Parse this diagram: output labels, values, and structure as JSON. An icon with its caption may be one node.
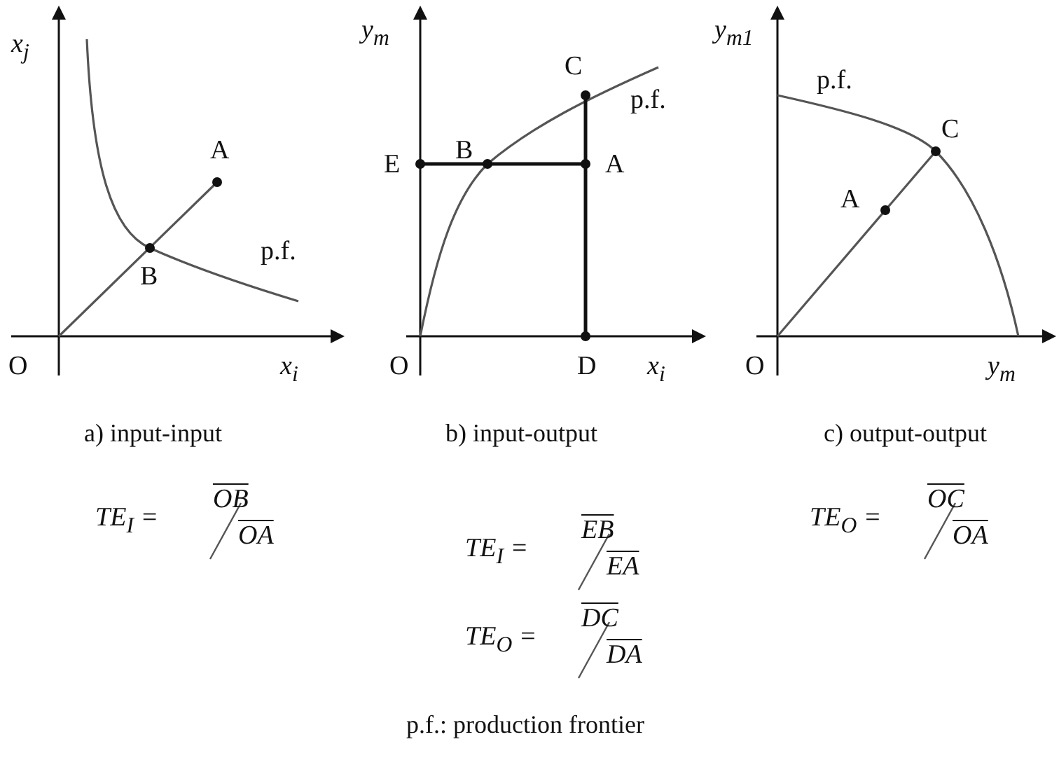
{
  "diagram": {
    "labels": [
      "x$_{j}$",
      "A",
      "B",
      "p.f.",
      "O",
      "x$_{i}$",
      "y$_{m}$",
      "C",
      "p.f.",
      "E",
      "B",
      "A",
      "O",
      "D",
      "x$_{i}$",
      "y$_{m1}$",
      "p.f.",
      "C",
      "A",
      "O",
      "y$_{m}$",
      "a) input-input",
      "b) input-output",
      "c) output-output",
      "TE$_{I}$ =",
      "OB",
      "OA",
      "TE$_{I}$ =",
      "EB",
      "EA",
      "TE$_{O}$ =",
      "OC",
      "OA",
      "TE$_{O}$ =",
      "DC",
      "DA",
      "p.f.: production frontier"
    ]
  }
}
